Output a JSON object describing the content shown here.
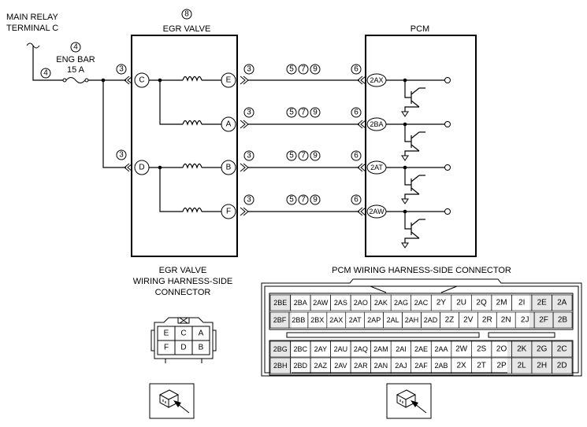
{
  "relay_label": [
    "MAIN RELAY",
    "TERMINAL C"
  ],
  "fuse_label": [
    "ENG BAR",
    "15 A"
  ],
  "egr_valve_title": "EGR VALVE",
  "pcm_title": "PCM",
  "egr_connector_caption": [
    "EGR VALVE",
    "WIRING HARNESS-SIDE",
    "CONNECTOR"
  ],
  "pcm_connector_caption": "PCM WIRING HARNESS-SIDE CONNECTOR",
  "ref_numbers": {
    "egr_valve": "8",
    "fuse_top": "4",
    "fuse_left": "4",
    "connector": "3",
    "pcm_side": "6",
    "wire_refs": [
      "5",
      "7",
      "9"
    ]
  },
  "egr_left_pins": [
    "C",
    "D"
  ],
  "egr_right_pins": [
    "E",
    "A",
    "B",
    "F"
  ],
  "pcm_pins": [
    "2AX",
    "2BA",
    "2AT",
    "2AW"
  ],
  "egr_connector_grid": [
    [
      "E",
      "C",
      "A"
    ],
    [
      "F",
      "D",
      "B"
    ]
  ],
  "pcm_connector_rows": [
    [
      "2BE",
      "2BA",
      "2AW",
      "2AS",
      "2AO",
      "2AK",
      "2AG",
      "2AC",
      "2Y",
      "2U",
      "2Q",
      "2M",
      "2I",
      "2E",
      "2A"
    ],
    [
      "2BF",
      "2BB",
      "2BX",
      "2AX",
      "2AT",
      "2AP",
      "2AL",
      "2AH",
      "2AD",
      "2Z",
      "2V",
      "2R",
      "2N",
      "2J",
      "2F",
      "2B"
    ],
    [
      "2BG",
      "2BC",
      "2AY",
      "2AU",
      "2AQ",
      "2AM",
      "2AI",
      "2AE",
      "2AA",
      "2W",
      "2S",
      "2O",
      "2K",
      "2G",
      "2C"
    ],
    [
      "2BH",
      "2BD",
      "2AZ",
      "2AV",
      "2AR",
      "2AN",
      "2AJ",
      "2AF",
      "2AB",
      "2X",
      "2T",
      "2P",
      "2L",
      "2H",
      "2D"
    ]
  ]
}
